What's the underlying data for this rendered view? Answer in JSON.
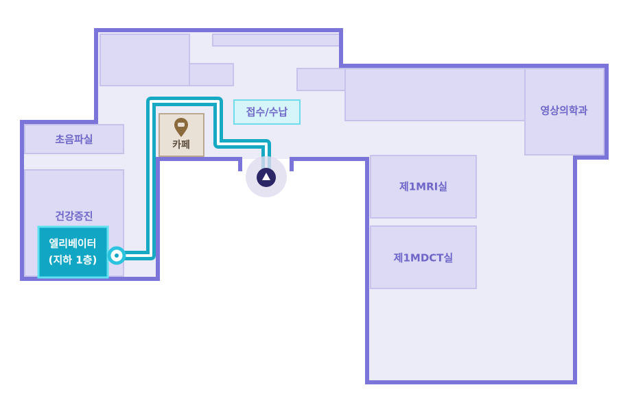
{
  "map": {
    "rooms": {
      "ultrasound": "초음파실",
      "health_checkup": "건강증진",
      "cafe": "카페",
      "reception": "접수/수납",
      "radiology": "영상의학과",
      "mri": "제1MRI실",
      "mdct": "제1MDCT실"
    },
    "elevator": {
      "line1": "엘리베이터",
      "line2": "(지하 1층)"
    },
    "colors": {
      "wall": "#7b74d9",
      "floor": "#ecebf8",
      "route": "#17a9c4",
      "current": "#2b2767"
    }
  }
}
